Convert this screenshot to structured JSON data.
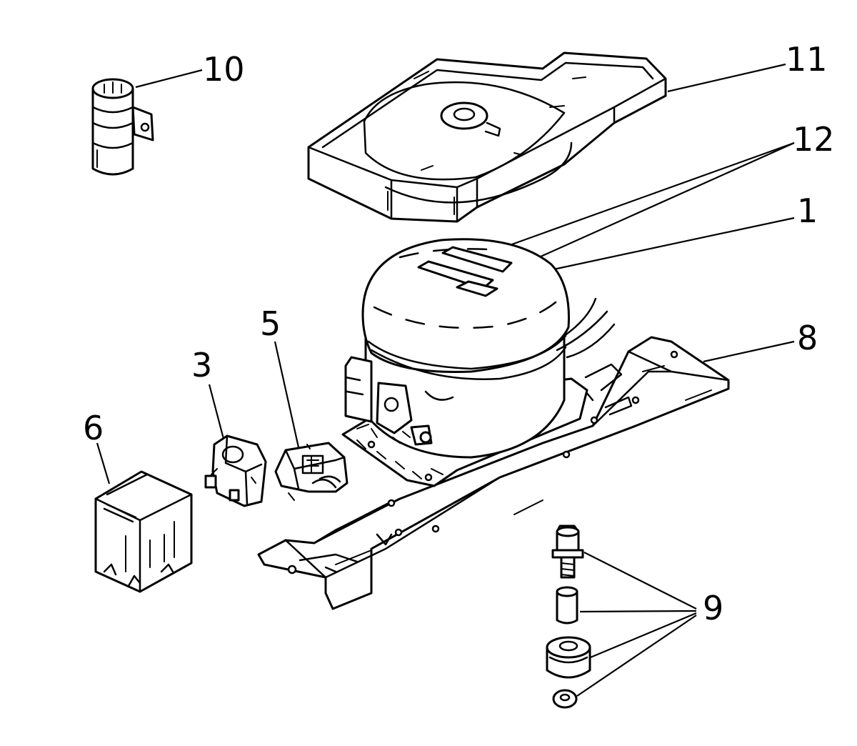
{
  "callouts": [
    {
      "id": "1",
      "label": "1"
    },
    {
      "id": "3",
      "label": "3"
    },
    {
      "id": "5",
      "label": "5"
    },
    {
      "id": "6",
      "label": "6"
    },
    {
      "id": "8",
      "label": "8"
    },
    {
      "id": "9",
      "label": "9"
    },
    {
      "id": "10",
      "label": "10"
    },
    {
      "id": "11",
      "label": "11"
    },
    {
      "id": "12",
      "label": "12"
    }
  ]
}
